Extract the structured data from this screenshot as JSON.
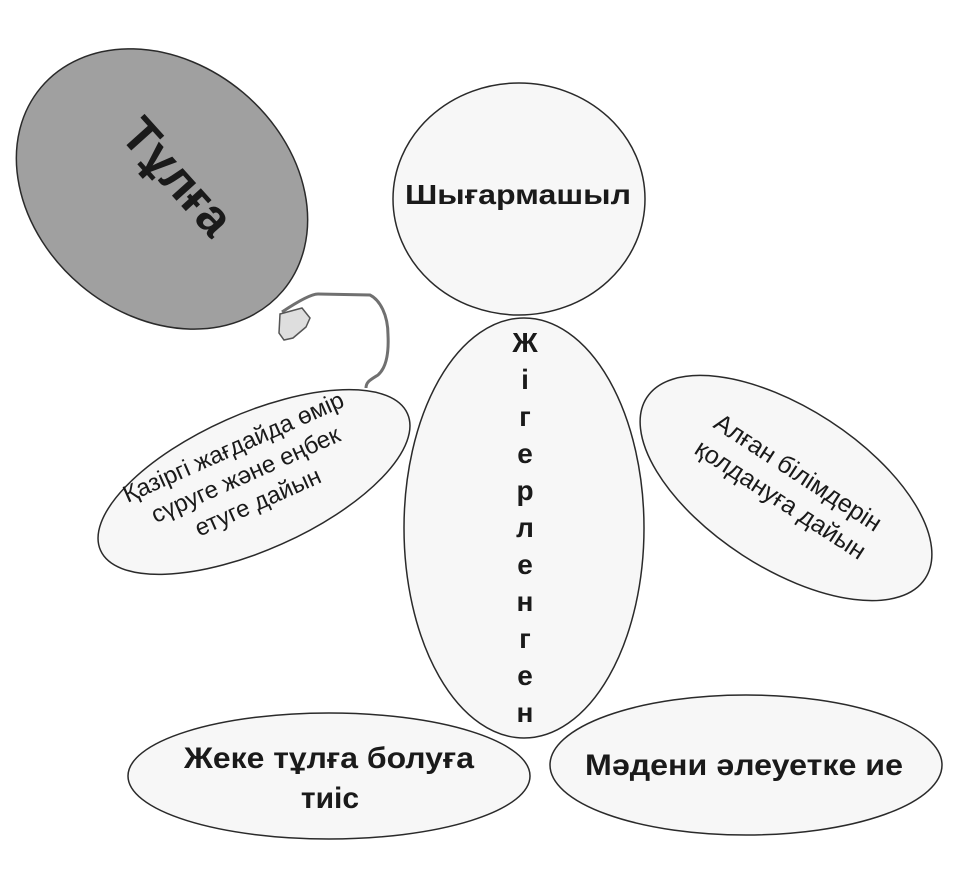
{
  "diagram": {
    "balloon": {
      "label": "Тұлға",
      "fill": "#a0a0a0",
      "knot_fill": "#dedede",
      "string_color": "#707070"
    },
    "head": {
      "label": "Шығармашыл"
    },
    "body": {
      "label": "Жігерленген",
      "letters": [
        "Ж",
        "і",
        "г",
        "е",
        "р",
        "л",
        "е",
        "н",
        "г",
        "е",
        "н"
      ]
    },
    "left_arm": {
      "lines": [
        "Қазіргі жағдайда өмір",
        "сүруге және еңбек",
        "етуге дайын"
      ]
    },
    "right_arm": {
      "lines": [
        "Алған білімдерін",
        "қолдануға дайын"
      ]
    },
    "left_leg": {
      "lines": [
        "Жеке тұлға болуға",
        "тиіс"
      ]
    },
    "right_leg": {
      "lines": [
        "Мәдени әлеуетке ие"
      ]
    },
    "colors": {
      "shape_fill": "#f7f7f7",
      "stroke": "#2a2a2a",
      "text": "#1a1a1a",
      "background": "#ffffff"
    }
  }
}
